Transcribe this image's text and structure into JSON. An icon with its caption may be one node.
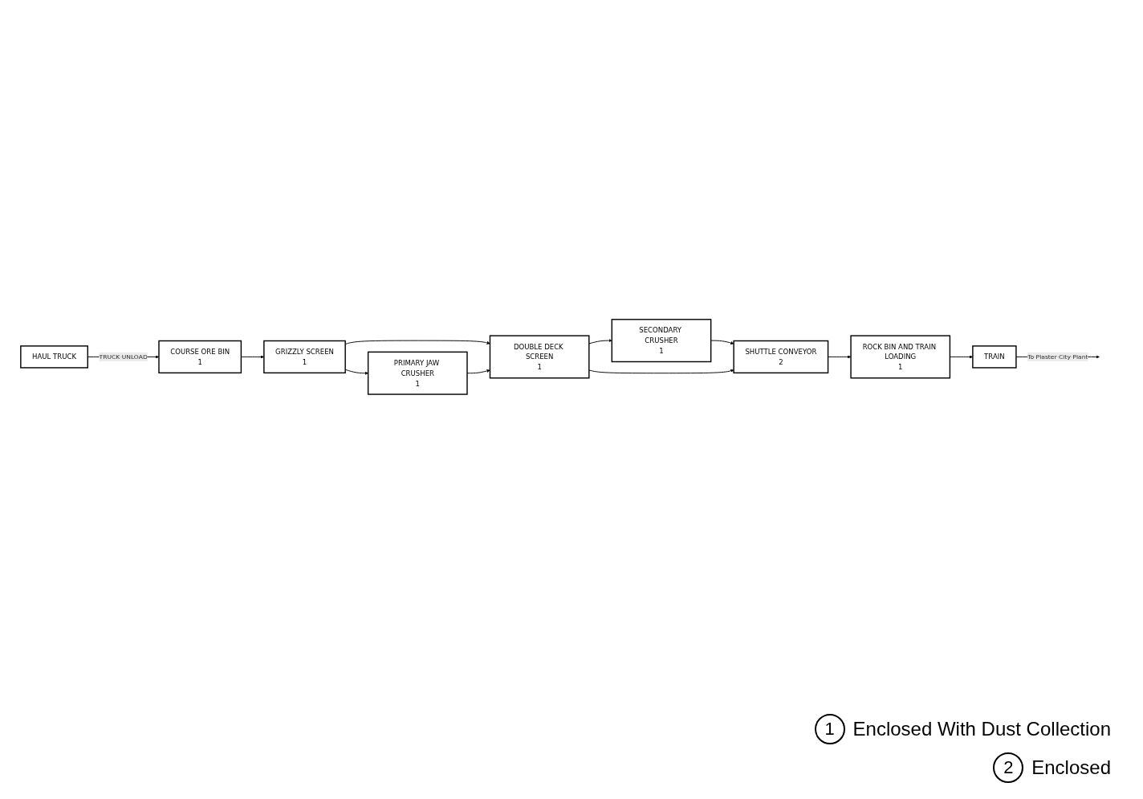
{
  "diagram": {
    "nodes": [
      {
        "text": [
          "HAUL TRUCK"
        ]
      },
      {
        "text": [
          "COURSE ORE BIN",
          "1"
        ]
      },
      {
        "text": [
          "GRIZZLY SCREEN",
          "1"
        ]
      },
      {
        "text": [
          "PRIMARY JAW CRUSHER",
          "1"
        ]
      },
      {
        "text": [
          "SECONDARY CRUSHER",
          "1"
        ]
      },
      {
        "text": [
          "DOUBLE DECK SCREEN",
          "1"
        ]
      },
      {
        "text": [
          "SHUTTLE CONVEYOR",
          "2"
        ]
      },
      {
        "text": [
          "ROCK BIN AND TRAIN LOADING",
          "1"
        ]
      },
      {
        "text": [
          "TRAIN"
        ]
      }
    ],
    "edges": [
      {
        "from": 0,
        "to": 1,
        "arrow": "to",
        "label": "TRUCK UNLOAD"
      },
      {
        "from": 1,
        "to": 2,
        "arrow": "to"
      },
      {
        "from": 2,
        "to": 3,
        "arrow": "to"
      },
      {
        "from": 2,
        "to": 5,
        "arrow": "to"
      },
      {
        "from": 3,
        "to": 5,
        "arrow": "to"
      },
      {
        "from": 5,
        "to": 4,
        "arrow": "to"
      },
      {
        "from": 4,
        "to": 6,
        "arrow": "to"
      },
      {
        "from": 5,
        "to": 6,
        "arrow": "to"
      },
      {
        "from": 6,
        "to": 7,
        "arrow": "to"
      },
      {
        "from": 7,
        "to": 8,
        "arrow": "to"
      },
      {
        "from": 8,
        "to": null,
        "arrow": "to",
        "label": "To Plaster City Plant"
      }
    ],
    "labels": [
      "1",
      "2"
    ],
    "legend": [
      {
        "text": "Enclosed With Dust Collection"
      },
      {
        "text": "Enclosed"
      }
    ]
  }
}
